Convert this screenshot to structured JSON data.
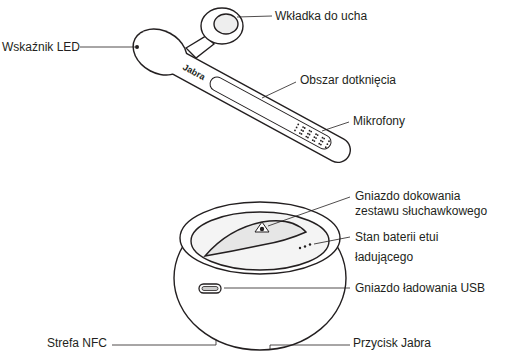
{
  "diagram": {
    "labels": [
      "Wkładka do ucha",
      "Wskaźnik LED",
      "Jabra",
      "Obszar dotknięcia",
      "Mikrofony",
      "Gniazdo dokowania zestawu słuchawkowego",
      "Stan baterii etui ładującego",
      "Gniazdo ładowania USB",
      "Strefa NFC",
      "Przycisk Jabra"
    ]
  }
}
